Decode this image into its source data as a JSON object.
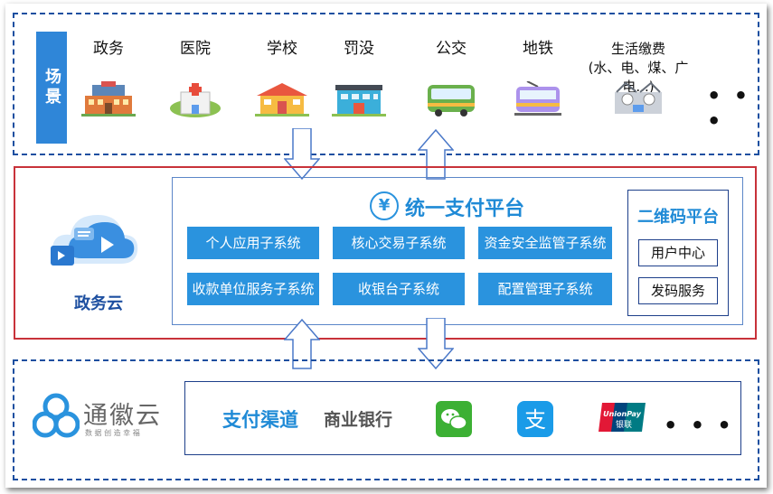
{
  "scene_section": {
    "label": "场景",
    "items": [
      {
        "name": "政务",
        "icon": "government-building-icon"
      },
      {
        "name": "医院",
        "icon": "hospital-icon"
      },
      {
        "name": "学校",
        "icon": "school-icon"
      },
      {
        "name": "罚没",
        "icon": "penalty-office-icon"
      },
      {
        "name": "公交",
        "icon": "bus-icon"
      },
      {
        "name": "地铁",
        "icon": "metro-icon"
      },
      {
        "name": "生活缴费\n(水、电、煤、广电...)",
        "icon": "utility-payment-icon"
      }
    ],
    "more": "• • •"
  },
  "cloud_section": {
    "cloud_name": "政务云",
    "platform_title": "统一支付平台",
    "platform_symbol": "¥",
    "subsystems": [
      "个人应用子系统",
      "核心交易子系统",
      "资金安全监管子系统",
      "收款单位服务子系统",
      "收银台子系统",
      "配置管理子系统"
    ],
    "qr_platform": {
      "title": "二维码平台",
      "items": [
        "用户中心",
        "发码服务"
      ]
    }
  },
  "channel_section": {
    "brand_name": "通徽云",
    "brand_slogan": "数 据 创 造 幸 福",
    "label": "支付渠道",
    "bank": "商业银行",
    "channels": [
      {
        "name": "wechat-pay-icon"
      },
      {
        "name": "alipay-icon"
      },
      {
        "name": "unionpay-icon",
        "text_top": "UnionPay",
        "text_bottom": "银联"
      }
    ],
    "more": "• • •"
  },
  "colors": {
    "accent": "#2a93de",
    "border": "#1d4fa0",
    "red_border": "#c8323a"
  }
}
